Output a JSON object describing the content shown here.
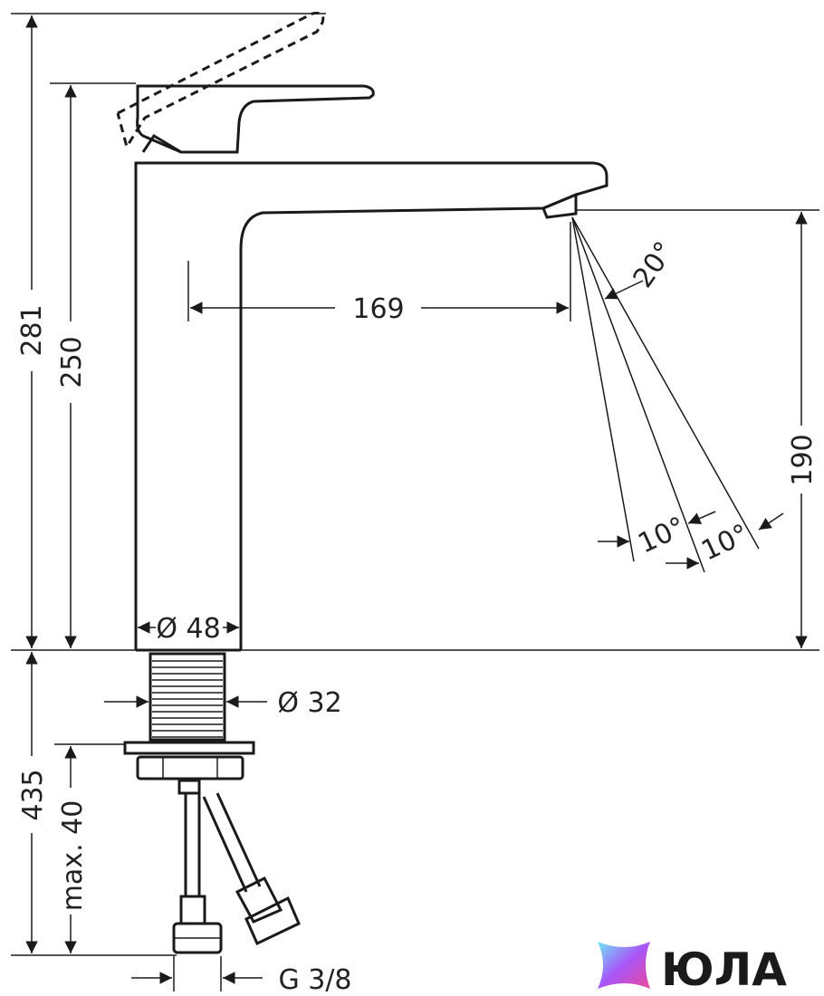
{
  "dimensions": {
    "total_height": "281",
    "body_height": "250",
    "spout_reach": "169",
    "spout_height": "190",
    "spray_angle": "20°",
    "angle_left": "10°",
    "angle_right": "10°",
    "body_diameter": "Ø 48",
    "shank_diameter": "Ø 32",
    "below_height": "435",
    "max_thickness": "max. 40",
    "connection_thread": "G 3/8"
  },
  "brand": {
    "name": "ЮЛА",
    "colors": {
      "gradient_start": "#6ee7f9",
      "gradient_mid": "#a855f7",
      "gradient_end": "#ec4899"
    }
  }
}
